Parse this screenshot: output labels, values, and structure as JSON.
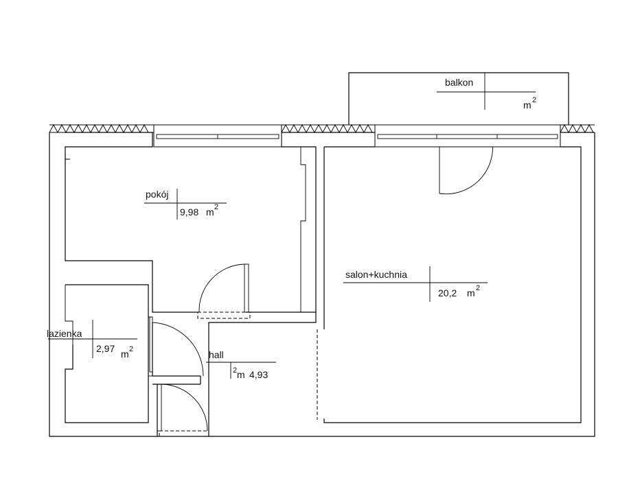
{
  "rooms": {
    "balkon": {
      "name": "balkon",
      "area": "",
      "unit": "m",
      "exp": "2"
    },
    "pokoj": {
      "name": "pokój",
      "area": "9,98",
      "unit": "m",
      "exp": "2"
    },
    "salon": {
      "name": "salon+kuchnia",
      "area": "20,2",
      "unit": "m",
      "exp": "2"
    },
    "lazienka": {
      "name": "lazienka",
      "area": "2,97",
      "unit": "m",
      "exp": "2"
    },
    "hall": {
      "name": "hall",
      "area": "4,93",
      "unit": "m",
      "exp": "2"
    }
  },
  "colors": {
    "line": "#000000",
    "background": "#ffffff"
  }
}
